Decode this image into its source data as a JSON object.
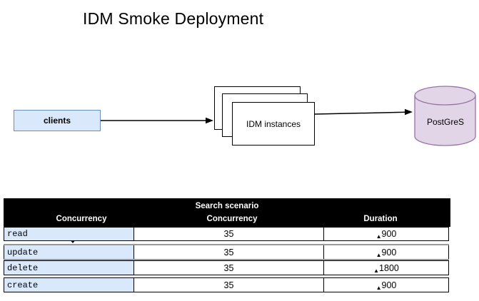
{
  "title": "IDM Smoke Deployment",
  "colors": {
    "box_blue_fill": "#dae8fc",
    "box_blue_border": "#6c8ebf",
    "cylinder_fill": "#e1d5e7",
    "cylinder_border": "#9673a6",
    "table_header_bg": "#000000",
    "table_header_text": "#ffffff",
    "row_highlight_border": "#999999"
  },
  "diagram": {
    "clients_label": "clients",
    "idm_label": "IDM instances",
    "db_label": "PostGreS"
  },
  "table": {
    "title": "Search scenario",
    "columns": [
      "Concurrency",
      "Concurrency",
      "Duration"
    ],
    "rows": [
      {
        "scenario": "read",
        "concurrency": "35",
        "duration": "900"
      },
      {
        "scenario": "update",
        "concurrency": "35",
        "duration": "900"
      },
      {
        "scenario": "delete",
        "concurrency": "35",
        "duration": "1800"
      },
      {
        "scenario": "create",
        "concurrency": "35",
        "duration": "900"
      }
    ]
  },
  "icons": {
    "duration_marker": "▲"
  }
}
